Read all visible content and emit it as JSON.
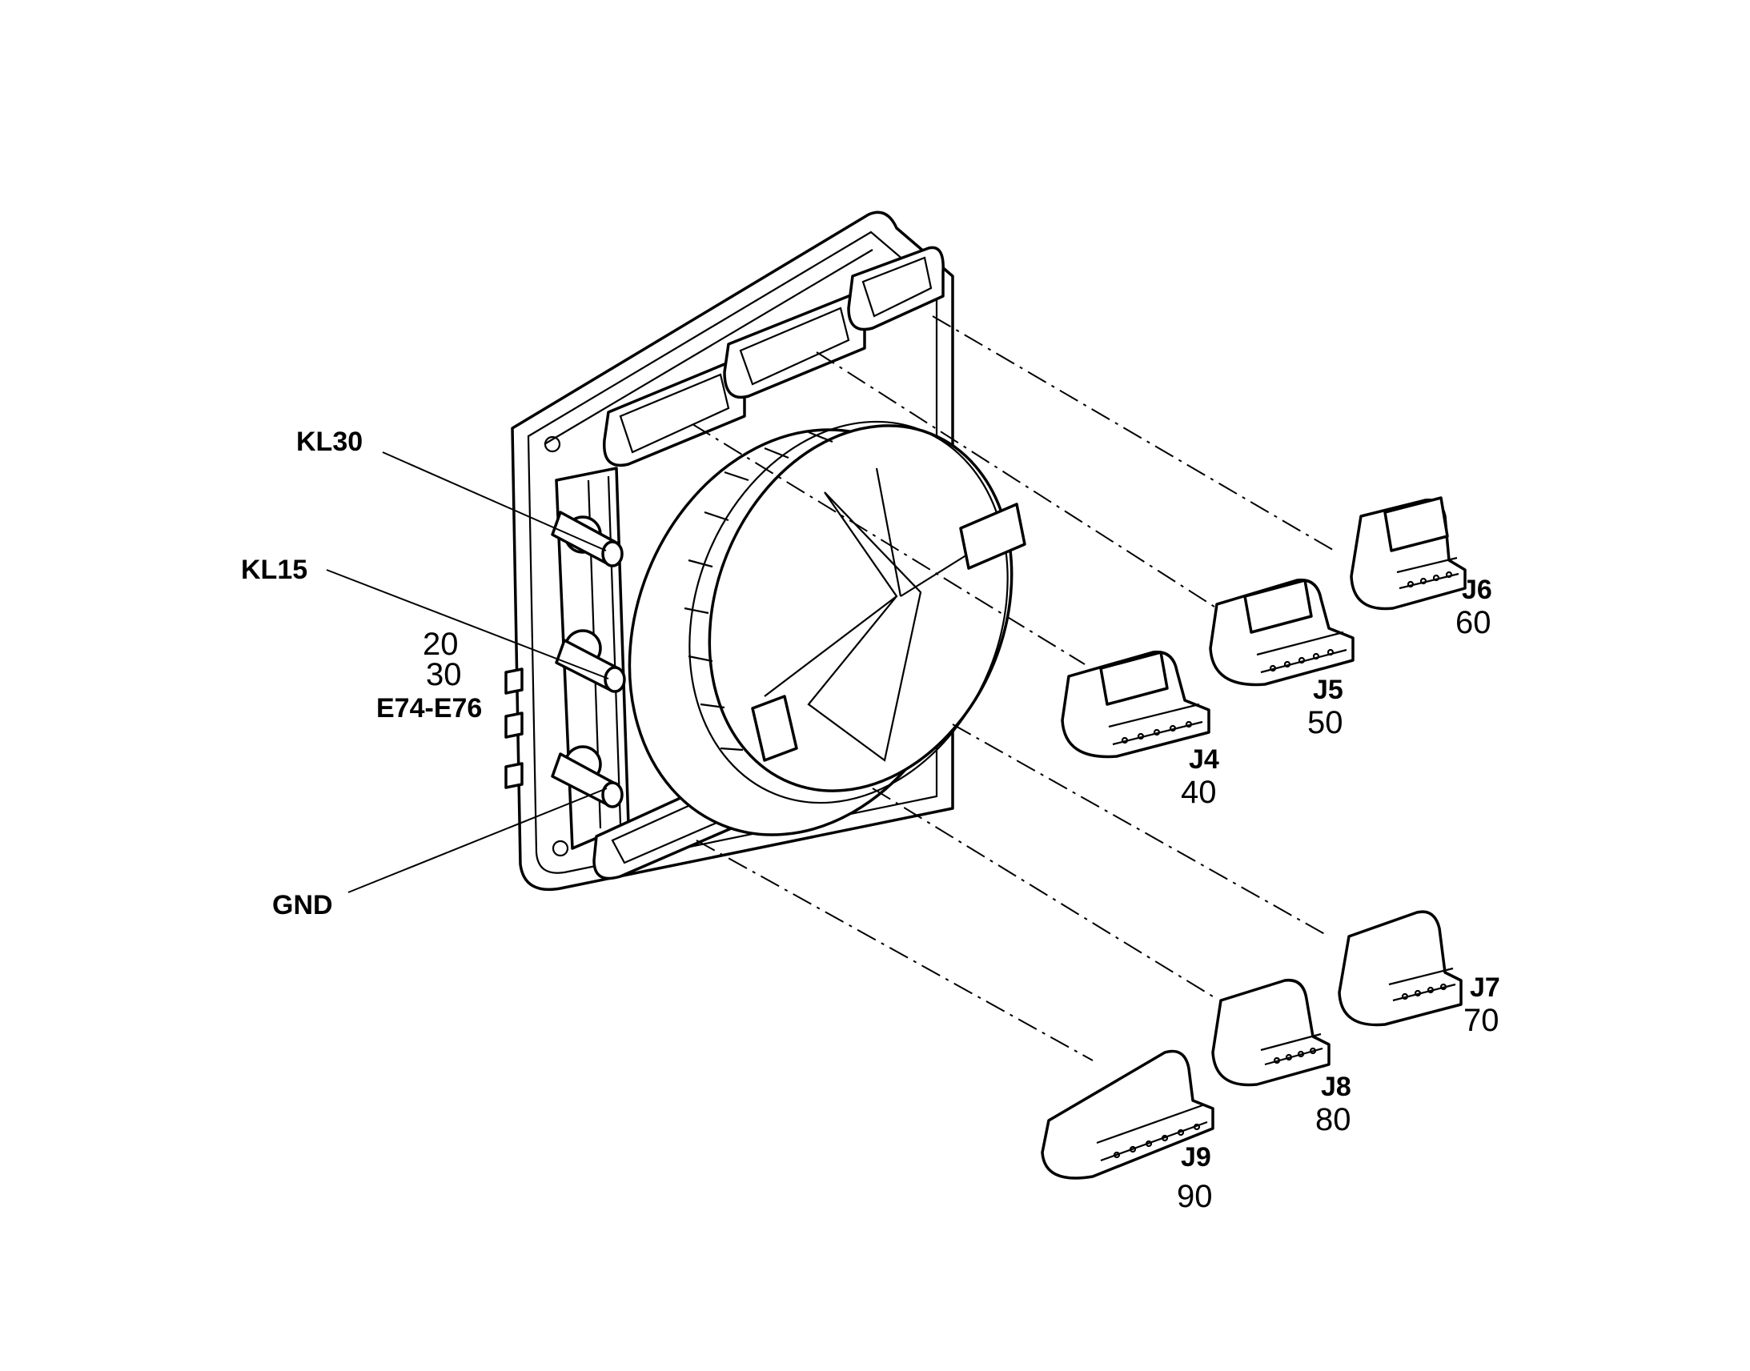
{
  "labels": {
    "kl30": "KL30",
    "kl15": "KL15",
    "gnd": "GND",
    "ref_20": "20",
    "ref_30": "30",
    "ref_e74_e76": "E74-E76"
  },
  "connectors": [
    {
      "id": "J4",
      "code": "40"
    },
    {
      "id": "J5",
      "code": "50"
    },
    {
      "id": "J6",
      "code": "60"
    },
    {
      "id": "J7",
      "code": "70"
    },
    {
      "id": "J8",
      "code": "80"
    },
    {
      "id": "J9",
      "code": "90"
    }
  ]
}
